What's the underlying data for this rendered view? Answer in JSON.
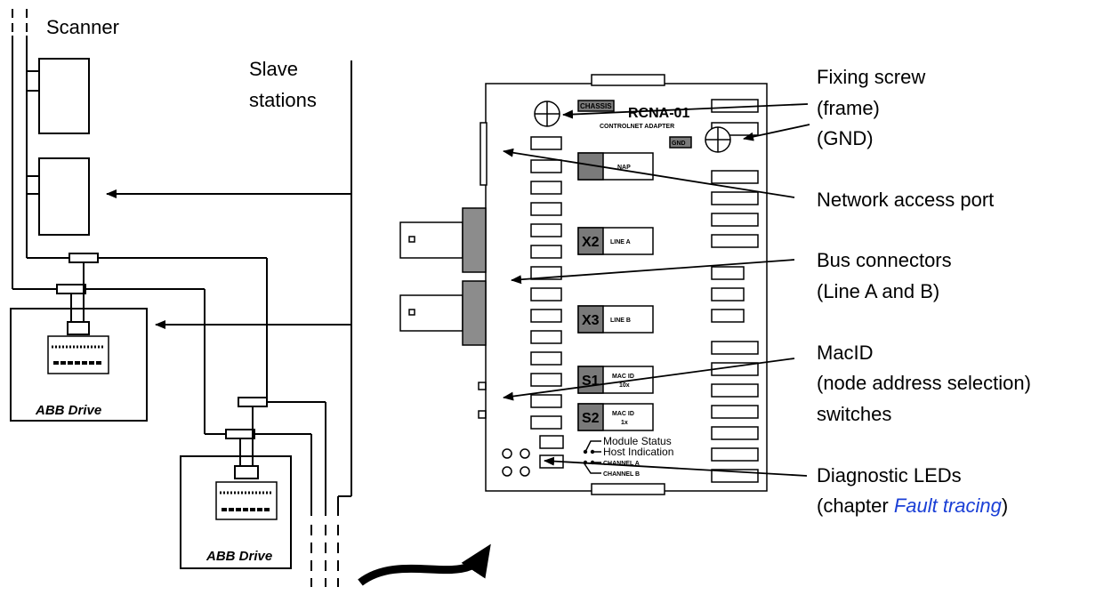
{
  "network": {
    "scanner": "Scanner",
    "slave_line1": "Slave",
    "slave_line2": "stations",
    "drive1": "ABB Drive",
    "drive2": "ABB Drive"
  },
  "module": {
    "name": "RCNA-01",
    "subtitle": "CONTROLNET ADAPTER",
    "chassis": "CHASSIS",
    "gnd": "GND",
    "nap": "NAP",
    "x2": "X2",
    "line_a": "LINE A",
    "x3": "X3",
    "line_b": "LINE B",
    "s1": "S1",
    "s1_l1": "MAC ID",
    "s1_l2": "10x",
    "s2": "S2",
    "s2_l1": "MAC ID",
    "s2_l2": "1x",
    "led_module_status": "Module Status",
    "led_host_indication": "Host Indication",
    "led_channel_a": "CHANNEL A",
    "led_channel_b": "CHANNEL B"
  },
  "callouts": {
    "fixing1": "Fixing screw",
    "fixing2": "(frame)",
    "fixing3": "(GND)",
    "nap": "Network access port",
    "bus1": "Bus connectors",
    "bus2": "(Line A and B)",
    "mac1": "MacID",
    "mac2": "(node address selection)",
    "mac3": "switches",
    "diag1": "Diagnostic LEDs",
    "diag2_pre": "(chapter ",
    "diag2_link": "Fault tracing",
    "diag2_post": ")"
  },
  "colors": {
    "link": "#1a3fd6",
    "connector_grey": "#8c8c8c",
    "label_grey": "#7a7a7a"
  }
}
